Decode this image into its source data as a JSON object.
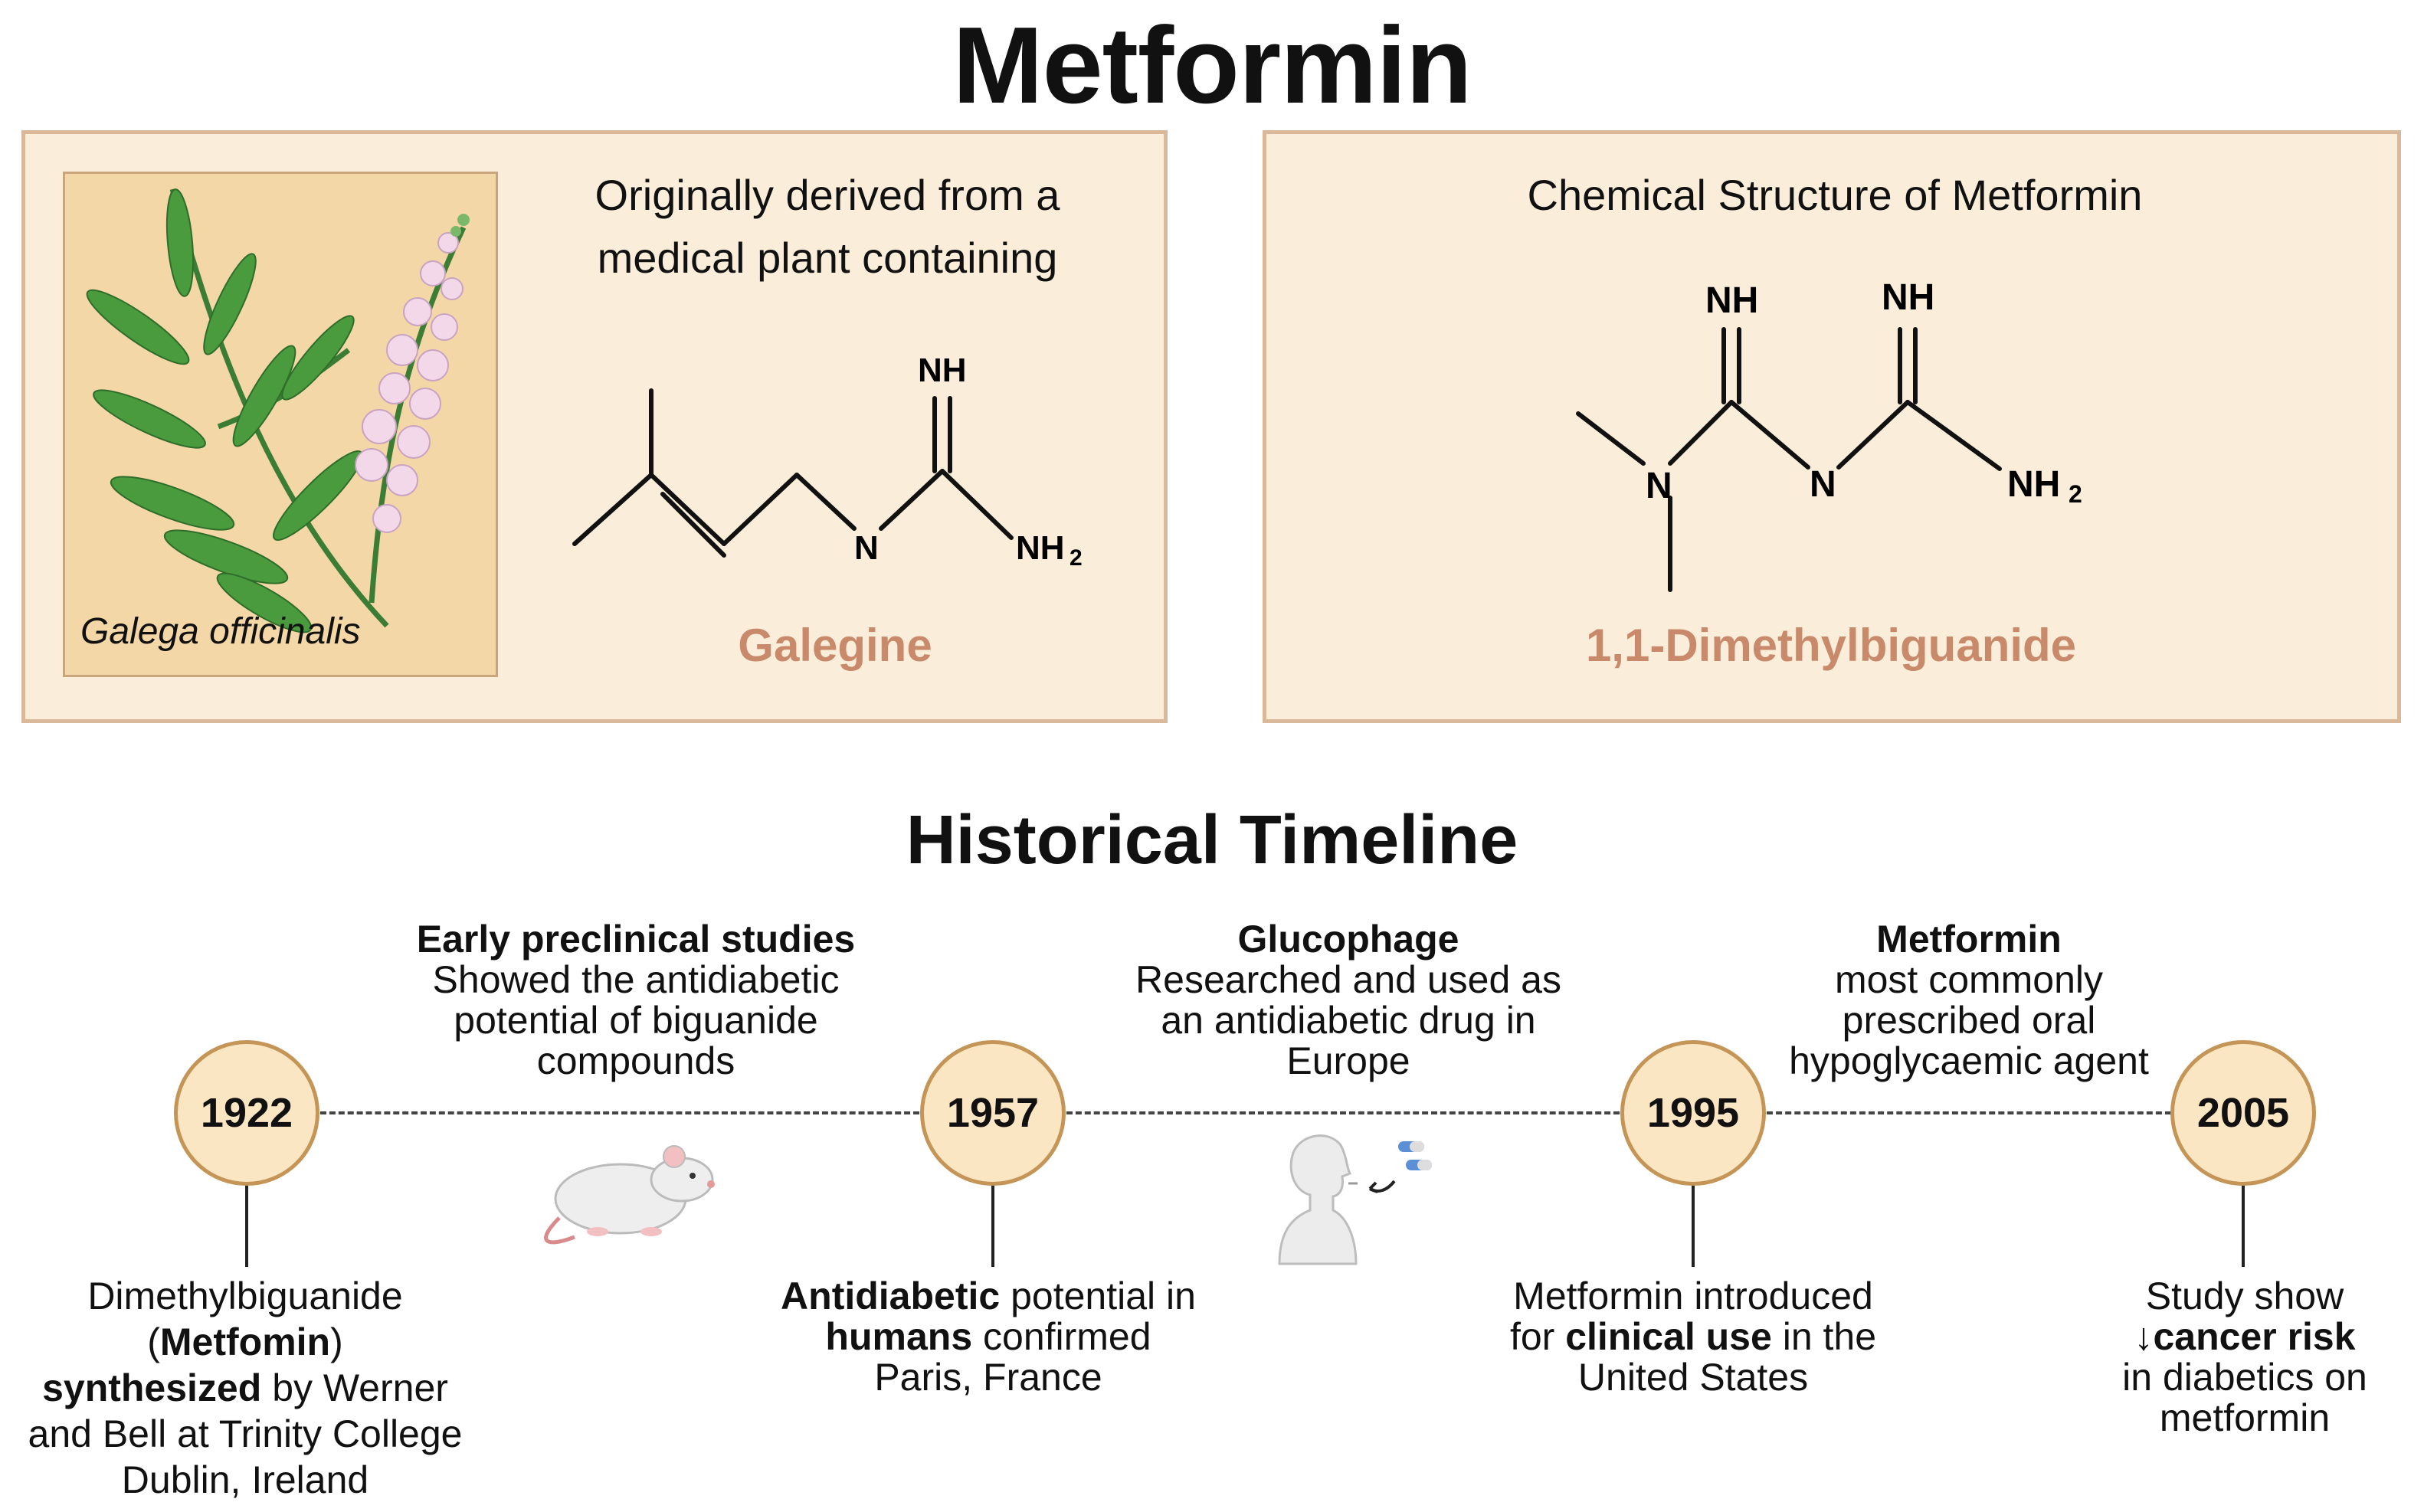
{
  "title": "Metformin",
  "left_panel": {
    "intro_line1": "Originally derived from a",
    "intro_line2": "medical plant containing",
    "plant_name": "Galega officinalis",
    "compound_name": "Galegine",
    "atoms": {
      "nh": "NH",
      "n": "N",
      "nh2": "NH",
      "sub2": "2"
    }
  },
  "right_panel": {
    "heading": "Chemical Structure of Metformin",
    "compound_name": "1,1-Dimethylbiguanide",
    "atoms": {
      "nh": "NH",
      "n": "N",
      "nh2": "NH",
      "sub2": "2"
    }
  },
  "timeline": {
    "title": "Historical Timeline",
    "years": [
      "1922",
      "1957",
      "1995",
      "2005"
    ],
    "top_events": [
      {
        "heading": "Early preclinical studies",
        "lines": [
          "Showed the antidiabetic",
          "potential of biguanide",
          "compounds"
        ]
      },
      {
        "heading": "Glucophage",
        "lines": [
          "Researched and used as",
          "an antidiabetic drug in",
          "Europe"
        ]
      },
      {
        "heading": "Metformin",
        "lines": [
          "most commonly",
          "prescribed oral",
          "hypoglycaemic agent"
        ]
      }
    ],
    "bottom_events": {
      "e1922": {
        "l1": "Dimethylbiguanide",
        "l2_open": "(",
        "l2_bold": "Metfomin",
        "l2_close": ")",
        "l3_bold": "synthesized",
        "l3_rest": " by Werner",
        "l4": "and Bell at Trinity College",
        "l5": "Dublin, Ireland"
      },
      "e1957": {
        "l1_bold": "Antidiabetic",
        "l1_rest": " potential in",
        "l2_bold": "humans",
        "l2_rest": " confirmed",
        "l3": "Paris, France"
      },
      "e1995": {
        "l1": "Metformin introduced",
        "l2_pre": "for ",
        "l2_bold": "clinical use",
        "l2_post": " in the",
        "l3": "United States"
      },
      "e2005": {
        "l1": "Study show",
        "l2_bold": "↓cancer risk",
        "l3": "in diabetics on",
        "l4": "metformin"
      }
    }
  },
  "colors": {
    "panel_bg": "#faeeda",
    "panel_border": "#d9b99a",
    "plant_bg": "#f4d7a6",
    "compound_label": "#c98a6b",
    "circle_fill": "#fbe6c4",
    "circle_border": "#c49556",
    "leaf": "#3f8f3f",
    "flower": "#f2d6e8"
  },
  "icons": [
    "galega-plant-icon",
    "mouse-icon",
    "person-taking-pills-icon"
  ]
}
